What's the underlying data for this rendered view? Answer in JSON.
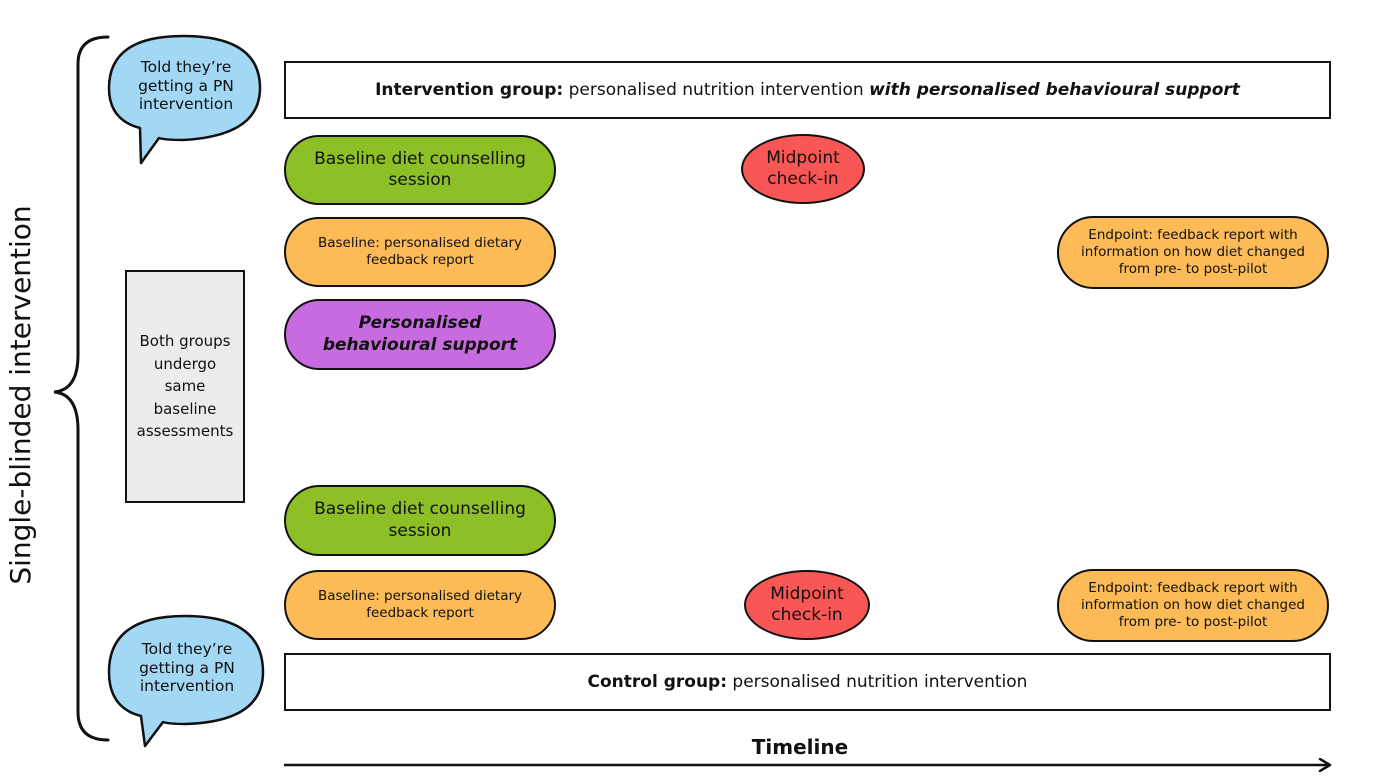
{
  "side_label": "Single-blinded intervention",
  "bubbles": {
    "top": "Told they’re getting a PN intervention",
    "bottom": "Told they’re getting a PN intervention"
  },
  "intervention_group": {
    "label": "Intervention group:",
    "text": " personalised nutrition intervention ",
    "emphasis": "with personalised behavioural support"
  },
  "control_group": {
    "label": "Control group:",
    "text": " personalised nutrition intervention"
  },
  "shared_box": "Both groups undergo same baseline assessments",
  "intervention_nodes": {
    "counselling": "Baseline diet counselling session",
    "feedback": "Baseline: personalised dietary feedback report",
    "behavioural": "Personalised behavioural support",
    "midpoint": "Midpoint check-in",
    "endpoint": "Endpoint: feedback report with information on how diet changed from pre- to post-pilot"
  },
  "control_nodes": {
    "counselling": "Baseline diet counselling session",
    "feedback": "Baseline: personalised dietary feedback report",
    "midpoint": "Midpoint check-in",
    "endpoint": "Endpoint: feedback report with information on how diet changed from pre- to post-pilot"
  },
  "timeline_label": "Timeline",
  "colors": {
    "bubble": "#a3d8f5",
    "counselling": "#8dbf27",
    "feedback": "#fdbb57",
    "behavioural": "#c96be0",
    "midpoint": "#f95755",
    "shared_box": "#ececec"
  }
}
